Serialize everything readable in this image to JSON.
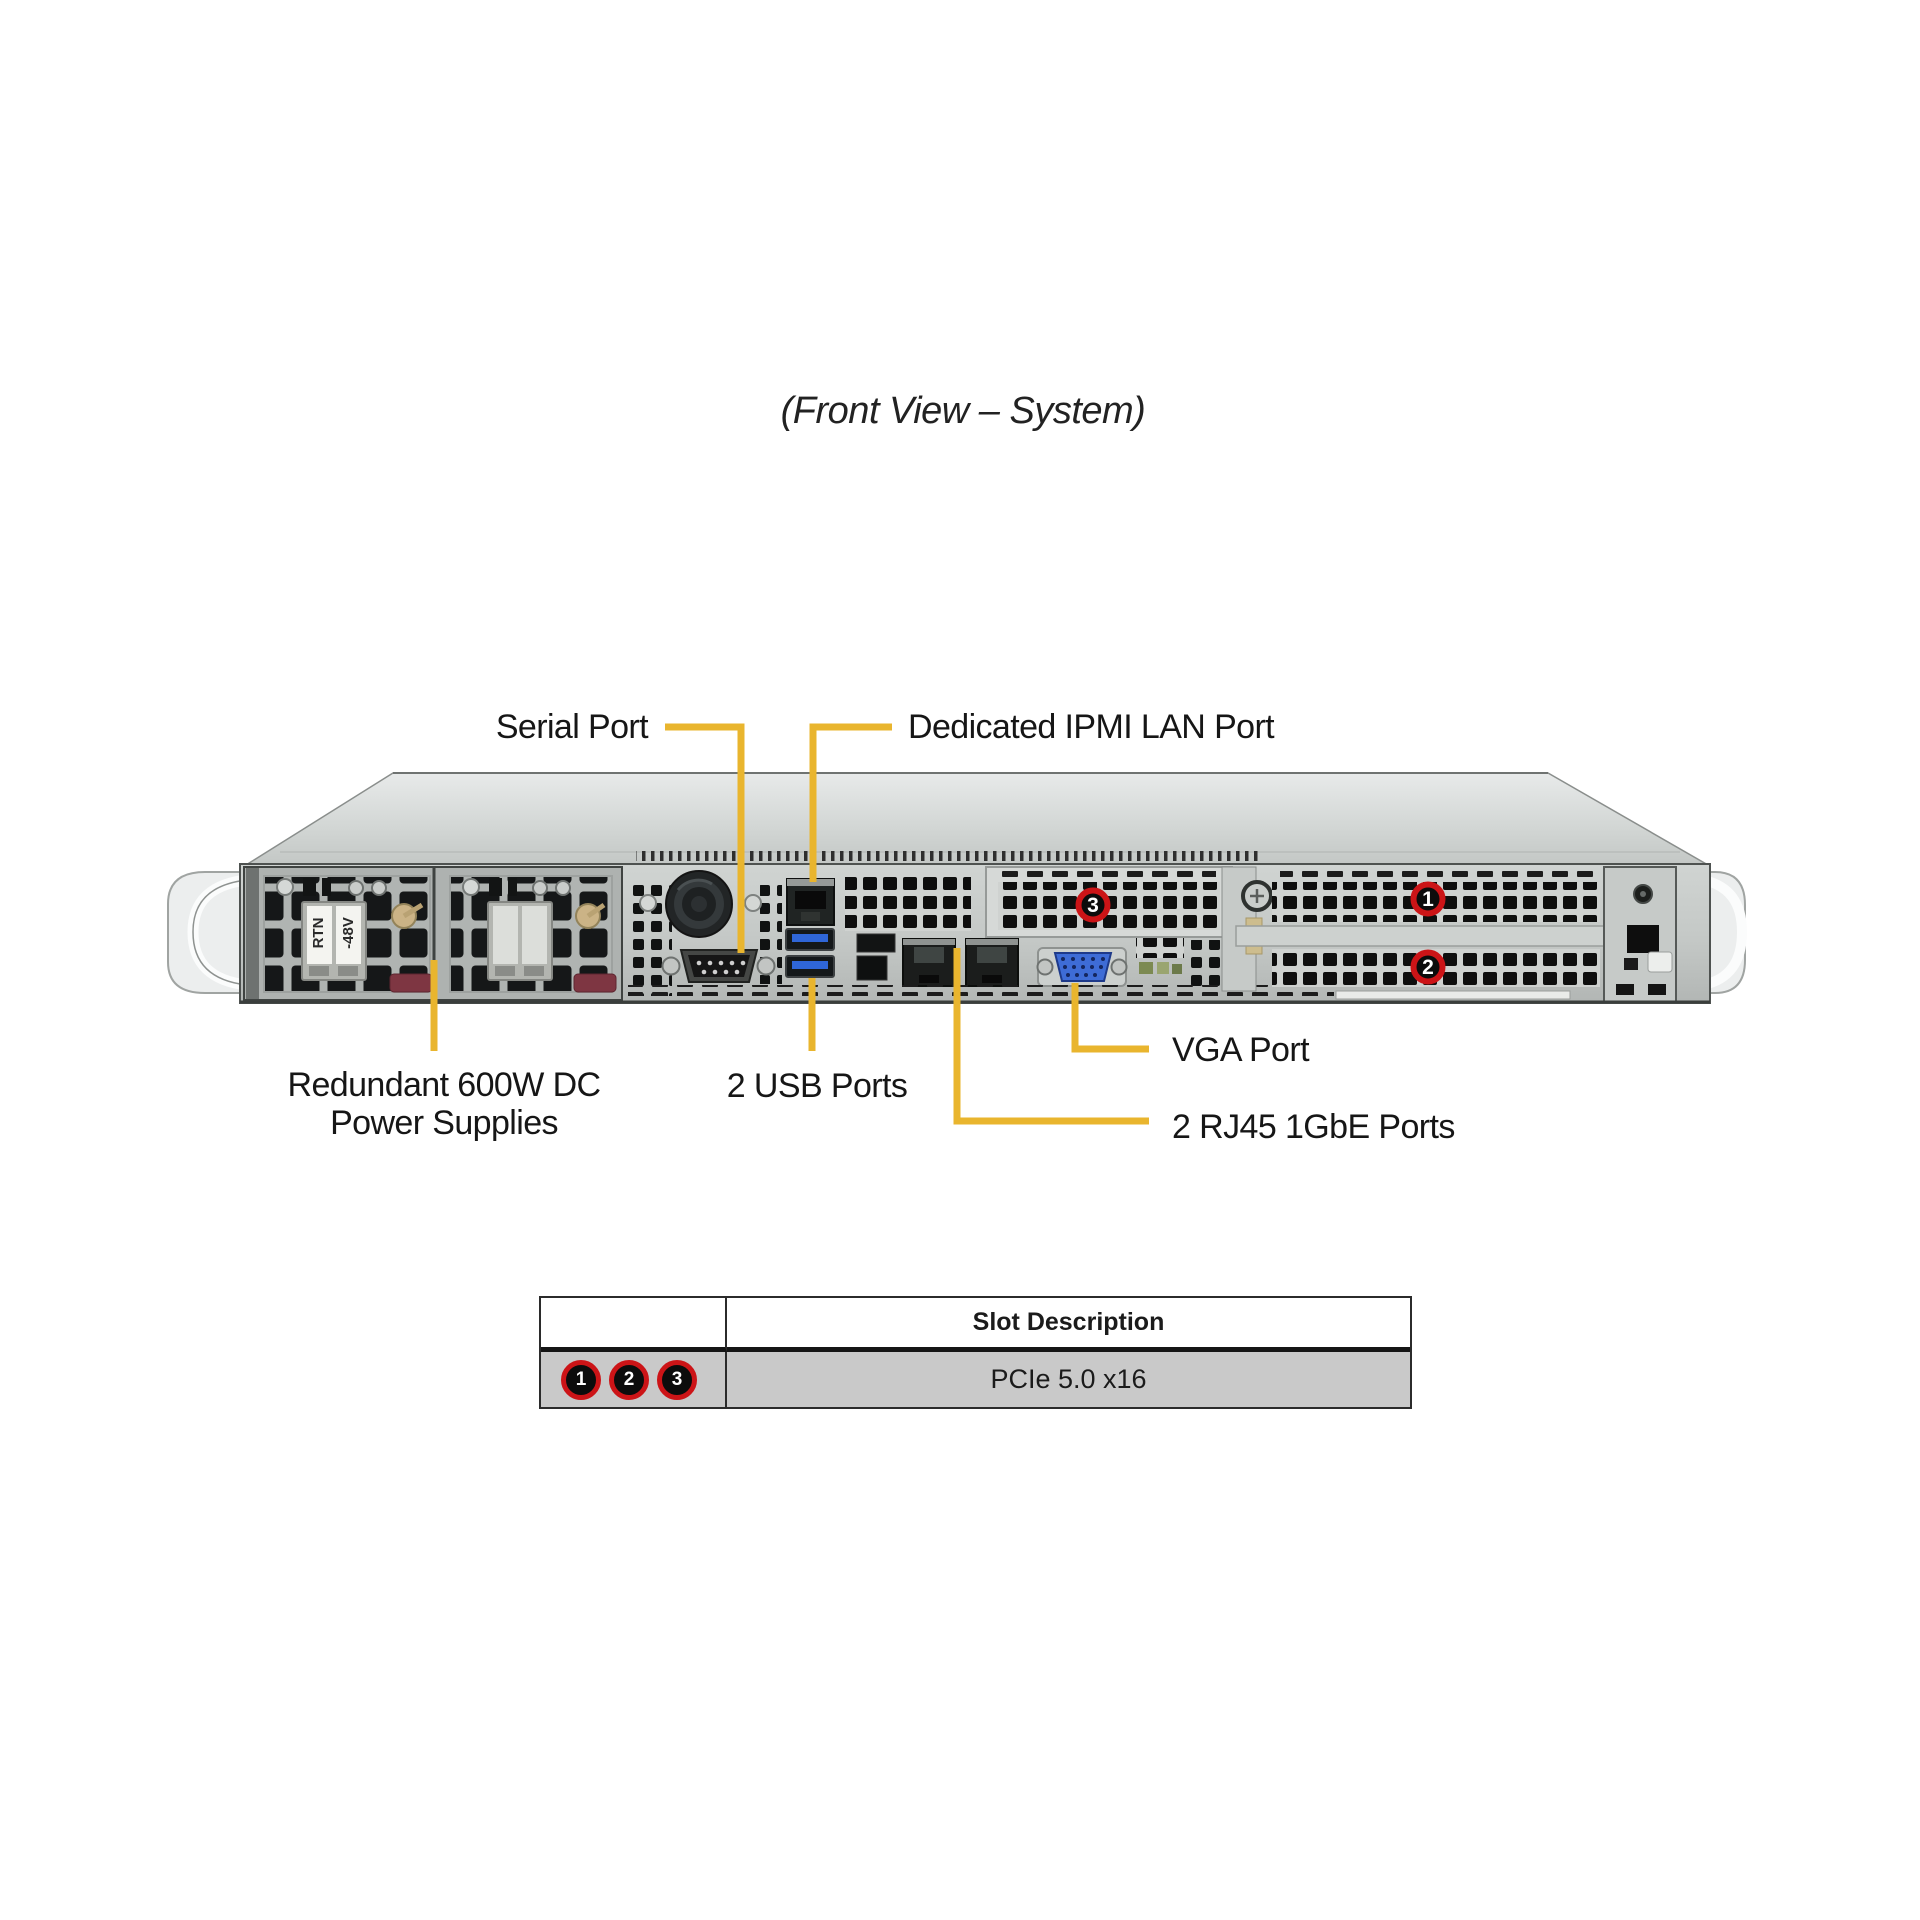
{
  "title": "(Front View – System)",
  "colors": {
    "leader_yellow": "#E9B52E",
    "badge_red": "#CC1417",
    "badge_black": "#0C0C0C",
    "table_row_gray": "#C9C9C9"
  },
  "callouts": {
    "serial": "Serial Port",
    "ipmi_lan": "Dedicated IPMI LAN Port",
    "psu_line1": "Redundant 600W DC",
    "psu_line2": "Power Supplies",
    "usb": "2 USB Ports",
    "vga": "VGA Port",
    "rj45": "2 RJ45 1GbE Ports"
  },
  "chassis": {
    "psu_terminal_labels": [
      "RTN",
      "-48V"
    ],
    "slot_badges": {
      "slot1": "1",
      "slot2": "2",
      "slot3": "3"
    }
  },
  "slot_table": {
    "header": "Slot Description",
    "badges": [
      "1",
      "2",
      "3"
    ],
    "description": "PCIe 5.0 x16"
  }
}
